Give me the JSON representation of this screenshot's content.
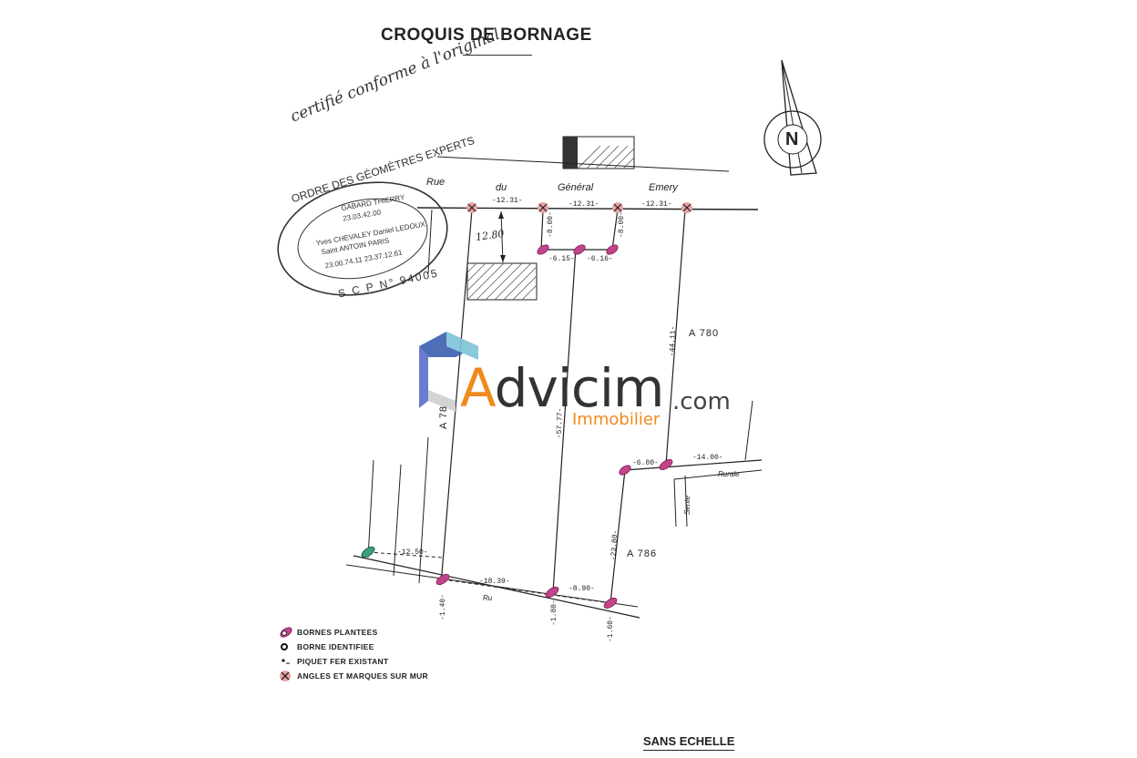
{
  "title": "CROQUIS DE BORNAGE",
  "handwritten_note": "certifié conforme à l'original",
  "street_name": {
    "word1": "Rue",
    "word2": "du",
    "word3": "Général",
    "word4": "Emery"
  },
  "lane_labels": {
    "rurale": "Rurale",
    "sente": "Sente",
    "ru": "Ru"
  },
  "dimensions": {
    "top1": "-12.31-",
    "top2": "-12.31-",
    "top3": "-12.31-",
    "setback": "12.80",
    "d_8_00a": "-8.00-",
    "d_8_00b": "-8.00-",
    "d_6_15": "-6.15-",
    "d_6_16": "-6.16-",
    "d_44_11": "-44.11-",
    "d_57_77": "-57.77-",
    "d_6_00": "-6.00-",
    "d_14_00": "-14.00-",
    "d_23_80": "-23.80-",
    "d_12_50": "-12.50-",
    "d_18_39": "-18.39-",
    "d_8_90": "-8.90-",
    "d_1_40": "-1.40-",
    "d_1_80": "-1.80-",
    "d_1_60": "-1.60-"
  },
  "parcels": {
    "a780": "A 780",
    "a786": "A 786",
    "a7x": "A 78"
  },
  "stamp": {
    "ring_top": "ORDRE DES GÉOMÈTRES EXPERTS",
    "ring_bottom": "S C P N° 94005",
    "line1": "GABARD THIERRY",
    "line2": "23.03.42.00",
    "line3": "Yves CHEVALEY  Daniel LEDOUX",
    "line4": "Saint ANTOIN  PARIS",
    "line5": "23.00.74.11   23.37.12.61"
  },
  "watermark": {
    "brand_a": "A",
    "brand_rest": "dvicim",
    "domain": ".com",
    "subtitle": "Immobilier"
  },
  "compass_label": "N",
  "legend": [
    {
      "icon": "borne-plantee-icon",
      "label": "BORNES PLANTEES"
    },
    {
      "icon": "borne-identifiee-icon",
      "label": "BORNE IDENTIFIEE"
    },
    {
      "icon": "piquet-fer-icon",
      "label": "PIQUET FER EXISTANT"
    },
    {
      "icon": "angle-mur-icon",
      "label": "ANGLES ET MARQUES SUR MUR"
    }
  ],
  "scale_note": "SANS ECHELLE",
  "colors": {
    "borne": "#c2448a",
    "angle": "#e7a3a3",
    "brand_orange": "#f08a1c",
    "brand_blue": "#3b5fb0"
  }
}
